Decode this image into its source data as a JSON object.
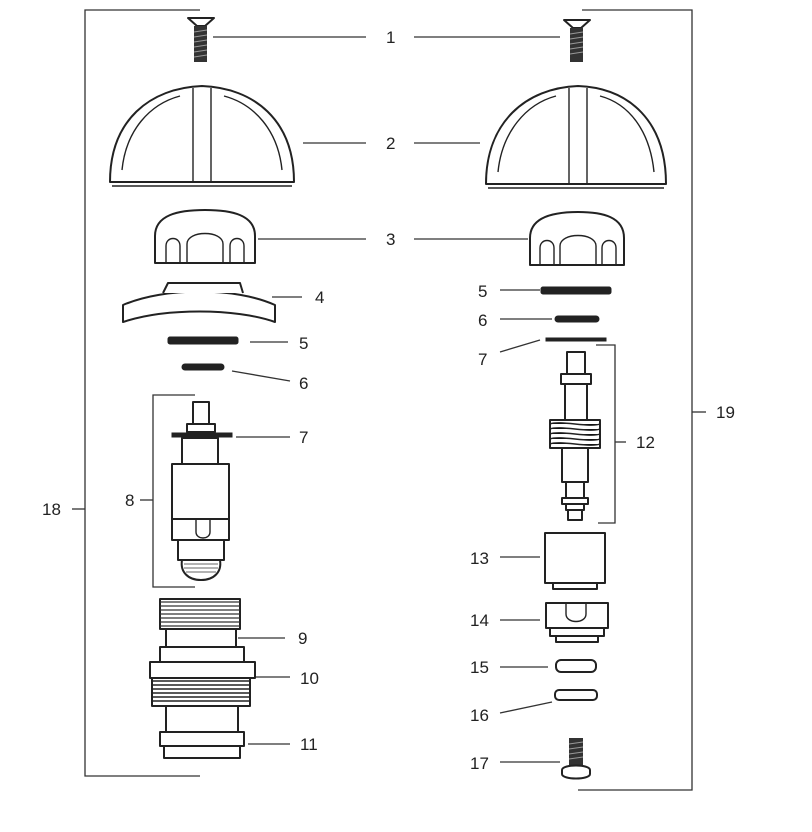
{
  "diagram": {
    "labels": {
      "l1": "1",
      "l2": "2",
      "l3": "3",
      "l4": "4",
      "l5a": "5",
      "l6a": "6",
      "l7a": "7",
      "l8": "8",
      "l9": "9",
      "l10": "10",
      "l11": "11",
      "l5b": "5",
      "l6b": "6",
      "l7b": "7",
      "l12": "12",
      "l13": "13",
      "l14": "14",
      "l15": "15",
      "l16": "16",
      "l17": "17",
      "l18": "18",
      "l19": "19"
    },
    "colors": {
      "ink": "#222222",
      "background": "#ffffff"
    }
  }
}
